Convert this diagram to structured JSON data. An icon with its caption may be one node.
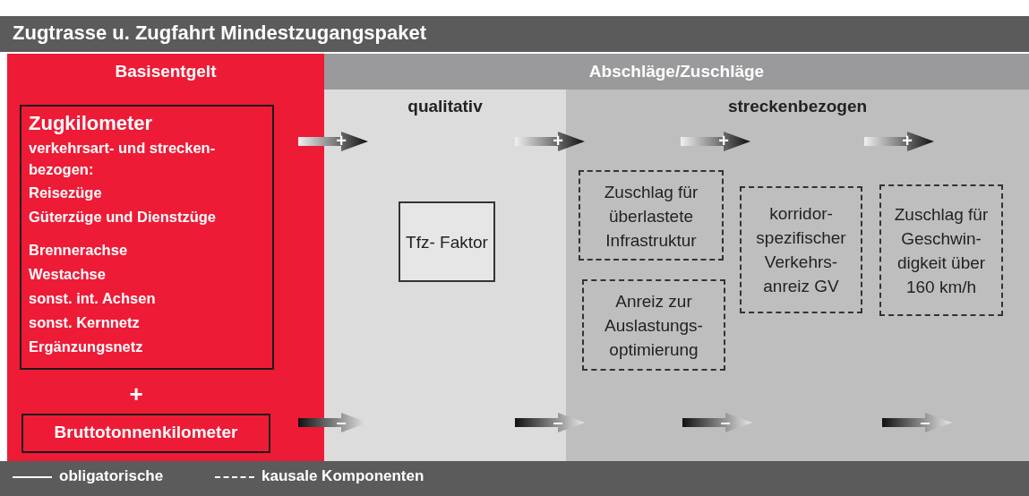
{
  "diagram": {
    "title": "Zugtrasse u. Zugfahrt Mindestzugangspaket",
    "nodes": [
      {
        "text": [
          "Basisentgelt"
        ]
      },
      {
        "text": [
          "Zugkilometer",
          "verkehrsart- und strecken- bezogen:",
          "Reisezüge",
          "Güterzüge und Dienstzüge",
          "Brennerachse",
          "Westachse",
          "sonst. int. Achsen",
          "sonst. Kernnetz",
          "Ergänzungsnetz"
        ],
        "in": 0
      },
      {
        "text": [
          "Bruttotonnenkilometer"
        ],
        "in": 0
      },
      {
        "text": [
          "Abschläge/Zuschläge"
        ]
      },
      {
        "text": [
          "qualitativ"
        ],
        "in": 3
      },
      {
        "text": [
          "Tfz- Faktor"
        ],
        "in": 4
      },
      {
        "text": [
          "streckenbezogen"
        ],
        "in": 3
      },
      {
        "text": [
          "Zuschlag für überlastete Infrastruktur"
        ],
        "in": 6
      },
      {
        "text": [
          "Anreiz zur Auslastungs- optimierung"
        ],
        "in": 6
      },
      {
        "text": [
          "korridor- spezifischer Verkehrs- anreiz GV"
        ],
        "in": 6
      },
      {
        "text": [
          "Zuschlag für Geschwin- digkeit über 160 km/h"
        ],
        "in": 6
      }
    ],
    "labels": [
      "+",
      "+",
      "+",
      "+",
      "+",
      "–",
      "–",
      "–",
      "–"
    ],
    "legend": [
      {
        "text": "obligatorische"
      },
      {
        "text": "kausale Komponenten"
      }
    ]
  }
}
